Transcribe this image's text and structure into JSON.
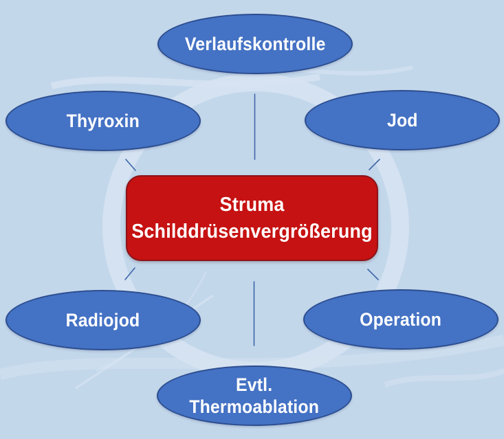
{
  "diagram": {
    "title": "Struma Schilddrüsenvergrößerung",
    "center": {
      "lines": [
        "Struma",
        "Schilddrüsenvergrößerung"
      ]
    },
    "nodes": [
      {
        "id": "verlaufskontrolle",
        "label": "Verlaufskontrolle",
        "position": "top"
      },
      {
        "id": "thyroxin",
        "label": "Thyroxin",
        "position": "upper-left"
      },
      {
        "id": "jod",
        "label": "Jod",
        "position": "upper-right"
      },
      {
        "id": "radiojod",
        "label": "Radiojod",
        "position": "lower-left"
      },
      {
        "id": "operation",
        "label": "Operation",
        "position": "lower-right"
      },
      {
        "id": "thermoablation",
        "lines": [
          "Evtl.",
          "Thermoablation"
        ],
        "position": "bottom"
      }
    ],
    "colors": {
      "background": "#c3d7eb",
      "node_fill": "#4472c4",
      "node_border": "#2c4d8f",
      "center_fill": "#c61212",
      "center_border": "#8c1218",
      "connector": "#3f66a9",
      "text": "#ffffff",
      "watermark": "#d7e4f2"
    }
  }
}
